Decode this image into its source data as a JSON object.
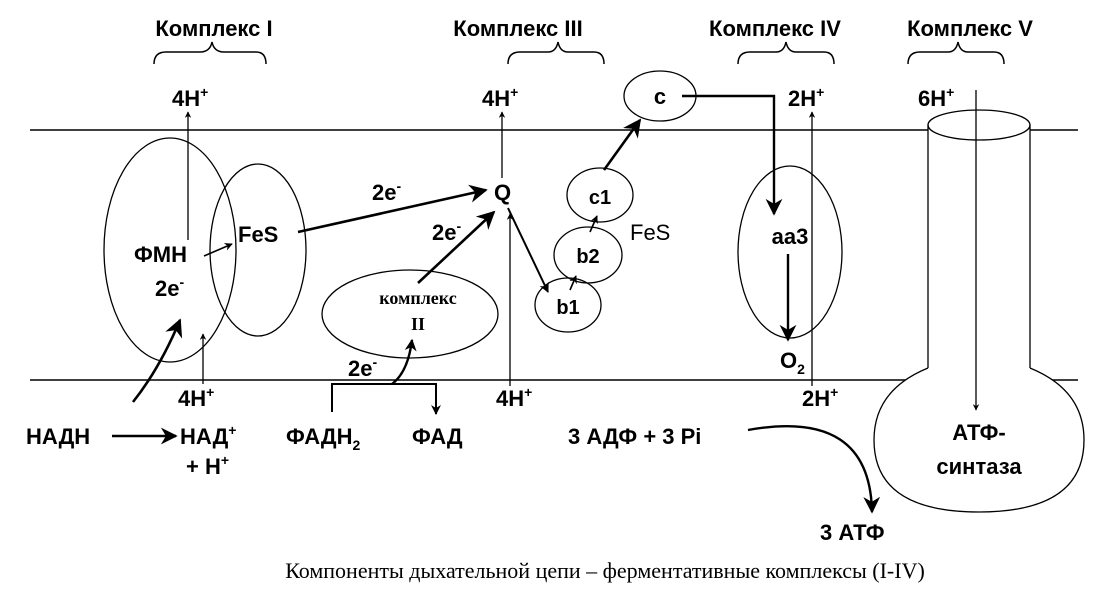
{
  "complexes": {
    "c1": "Комплекс I",
    "c3": "Комплекс III",
    "c4": "Комплекс IV",
    "c5": "Комплекс V"
  },
  "protons": {
    "top_c1": "4H",
    "top_c3": "4H",
    "top_c4": "2H",
    "top_c5": "6H",
    "bottom_c1": "4H",
    "bottom_c3": "4H",
    "bottom_c4": "2H",
    "plus": "+"
  },
  "complex1": {
    "fmn": "ФМН",
    "electrons": "2e",
    "fes": "FeS",
    "minus": "-"
  },
  "electrons": {
    "to_q_from_fes": "2e",
    "to_q_from_c2": "2e",
    "fadh_to_c2": "2e"
  },
  "complex2": {
    "line1": "комплекс",
    "line2": "II"
  },
  "carriers": {
    "q": "Q",
    "c1": "c1",
    "b2": "b2",
    "b1": "b1",
    "fes": "FeS",
    "c": "c",
    "aa3": "aa3",
    "o2": "O",
    "o2_sub": "2"
  },
  "substrates": {
    "nadh": "НАДН",
    "nad": "НАД",
    "h_plus": "+ H",
    "fadh2": "ФАДН",
    "fadh2_sub": "2",
    "fad": "ФАД",
    "adp": "3 АДФ + 3 Pi",
    "atp": "3 АТФ"
  },
  "atp_synthase": {
    "line1": "АТФ-",
    "line2": "синтаза"
  },
  "caption": "Компоненты дыхательной цепи – ферментативные комплексы (I-IV)"
}
